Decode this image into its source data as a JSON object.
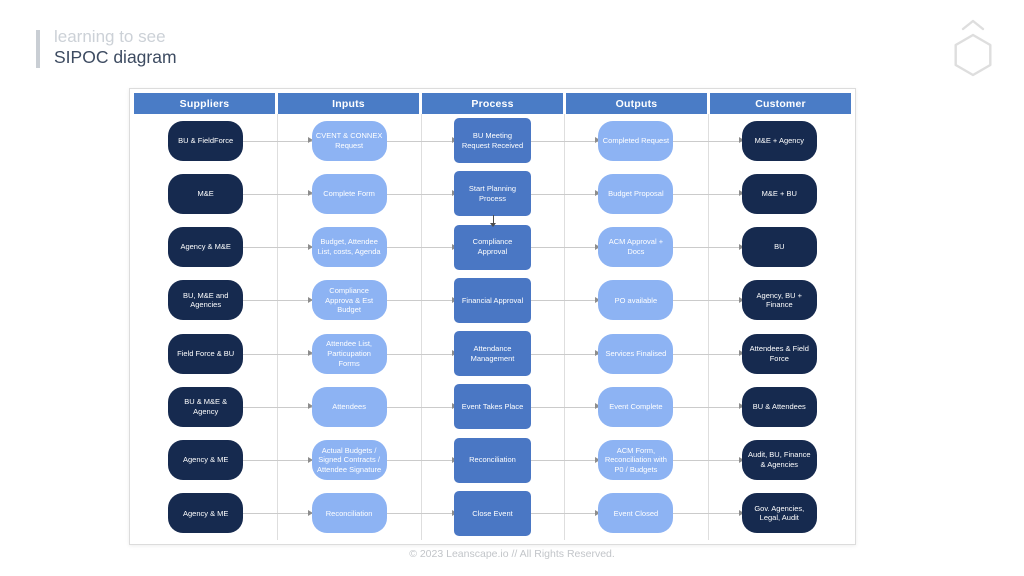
{
  "header": {
    "eyebrow": "learning to see",
    "title": "SIPOC diagram"
  },
  "footer": {
    "text": "© 2023 Leanscape.io // All Rights Reserved."
  },
  "icons": {
    "logo": "hexagon-with-caret",
    "connector": "arrow-right",
    "process_flow": "arrow-down"
  },
  "colors": {
    "header_blue": "#4a7cc6",
    "process_blue": "#4a77c4",
    "light_pill": "#8db3f3",
    "dark_navy": "#162a4f",
    "accent_gray": "#c9ced4",
    "logo_gray": "#dedede"
  },
  "diagram": {
    "columns": [
      "Suppliers",
      "Inputs",
      "Process",
      "Outputs",
      "Customer"
    ],
    "rows": [
      {
        "supplier": "BU & FieldForce",
        "input": "CVENT & CONNEX Request",
        "process": "BU Meeting Request Received",
        "output": "Completed Request",
        "customer": "M&E + Agency"
      },
      {
        "supplier": "M&E",
        "input": "Complete Form",
        "process": "Start Planning Process",
        "output": "Budget Proposal",
        "customer": "M&E + BU"
      },
      {
        "supplier": "Agency & M&E",
        "input": "Budget, Attendee List, costs, Agenda",
        "process": "Compliance Approval",
        "output": "ACM Approval + Docs",
        "customer": "BU"
      },
      {
        "supplier": "BU, M&E and Agencies",
        "input": "Compliance Approva & Est Budget",
        "process": "Financial Approval",
        "output": "PO  available",
        "customer": "Agency, BU + Finance"
      },
      {
        "supplier": "Field Force & BU",
        "input": "Attendee List, Particupation Forms",
        "process": "Attendance Management",
        "output": "Services Finalised",
        "customer": "Attendees & Field Force"
      },
      {
        "supplier": "BU & M&E & Agency",
        "input": "Attendees",
        "process": "Event Takes Place",
        "output": "Event Complete",
        "customer": "BU & Attendees"
      },
      {
        "supplier": "Agency & ME",
        "input": "Actual Budgets / Signed Contracts / Attendee Signature",
        "process": "Reconciliation",
        "output": "ACM Form, Reconciliation with P0 / Budgets",
        "customer": "Audit, BU, Finance & Agencies"
      },
      {
        "supplier": "Agency & ME",
        "input": "Reconciliation",
        "process": "Close Event",
        "output": "Event Closed",
        "customer": "Gov. Agencies, Legal, Audit"
      }
    ],
    "process_flow_arrow": {
      "from_process": "Start Planning Process",
      "to_process": "Compliance Approval"
    }
  }
}
